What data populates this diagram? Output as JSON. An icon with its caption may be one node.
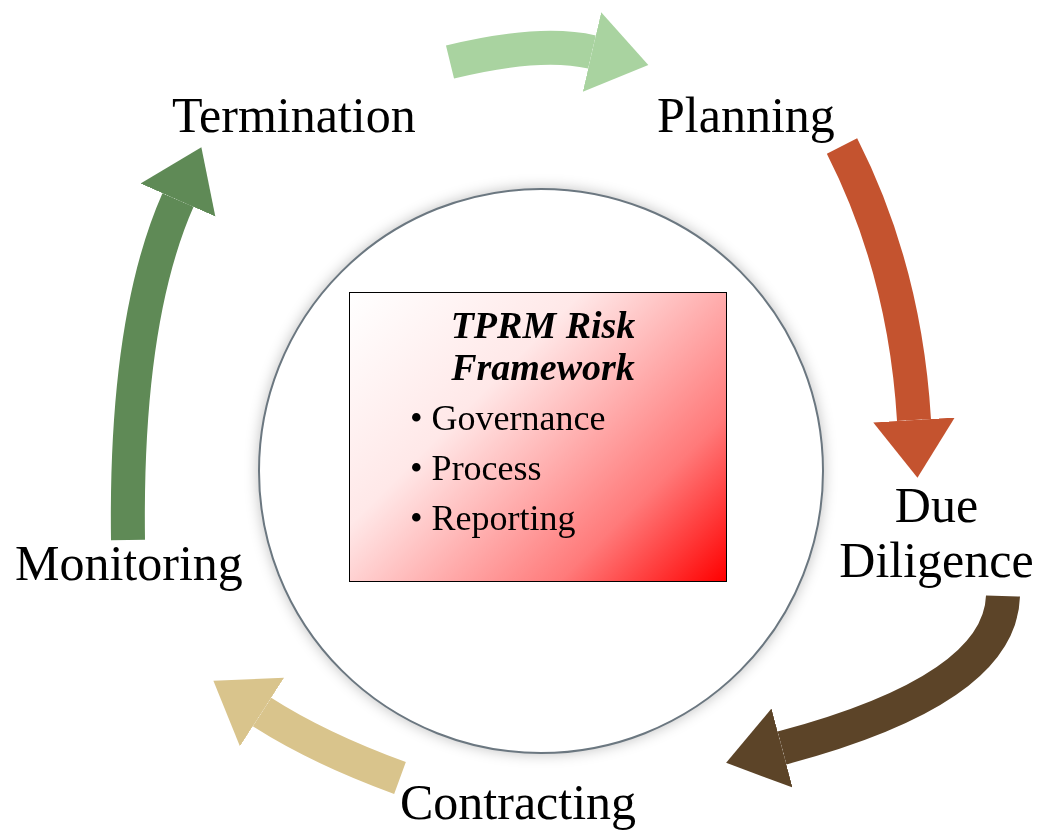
{
  "diagram": {
    "nodes": [
      {
        "text": [
          "Termination"
        ]
      },
      {
        "text": [
          "Planning"
        ]
      },
      {
        "text": [],
        "shape": "circle"
      },
      {
        "text": [
          "TPRM Risk Framework",
          "• Governance",
          "• Process",
          "• Reporting"
        ],
        "in": 2
      },
      {
        "text": [
          "Due Diligence"
        ]
      },
      {
        "text": [
          "Monitoring"
        ]
      },
      {
        "text": [
          "Contracting"
        ]
      }
    ],
    "edges": [
      {
        "from": 0,
        "to": 1,
        "arrow": "to",
        "color": "#a9d3a0"
      },
      {
        "from": 1,
        "to": 4,
        "arrow": "to",
        "color": "#c4532f"
      },
      {
        "from": 4,
        "to": 6,
        "arrow": "to",
        "color": "#5c4428"
      },
      {
        "from": 6,
        "to": 5,
        "arrow": "to",
        "color": "#d9c48c"
      },
      {
        "from": 5,
        "to": 0,
        "arrow": "to",
        "color": "#5f8a56"
      }
    ]
  }
}
